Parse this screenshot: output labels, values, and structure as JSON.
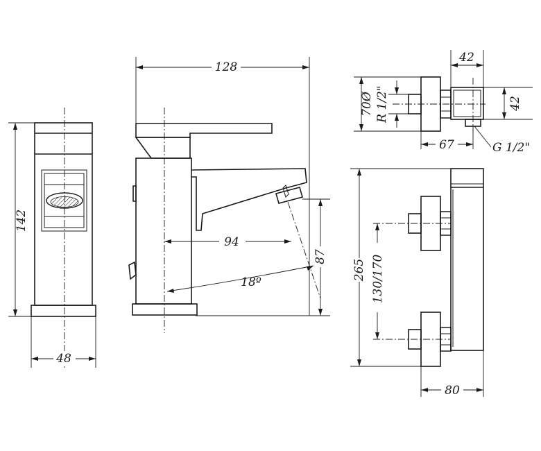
{
  "dimensions": {
    "front_width": "48",
    "front_height": "142",
    "side_width": "128",
    "spout_reach": "94",
    "spout_height": "87",
    "spout_angle": "18º",
    "inlet_diameter": "70Ø",
    "inlet_thread": "R 1/2\"",
    "top_width": "42",
    "top_depth": "42",
    "inlet_offset": "67",
    "outlet_thread": "G 1/2\"",
    "shower_height": "265",
    "centers": "130/170",
    "shower_depth": "80"
  },
  "colors": {
    "line": "#1a1a1a",
    "background": "#ffffff"
  }
}
